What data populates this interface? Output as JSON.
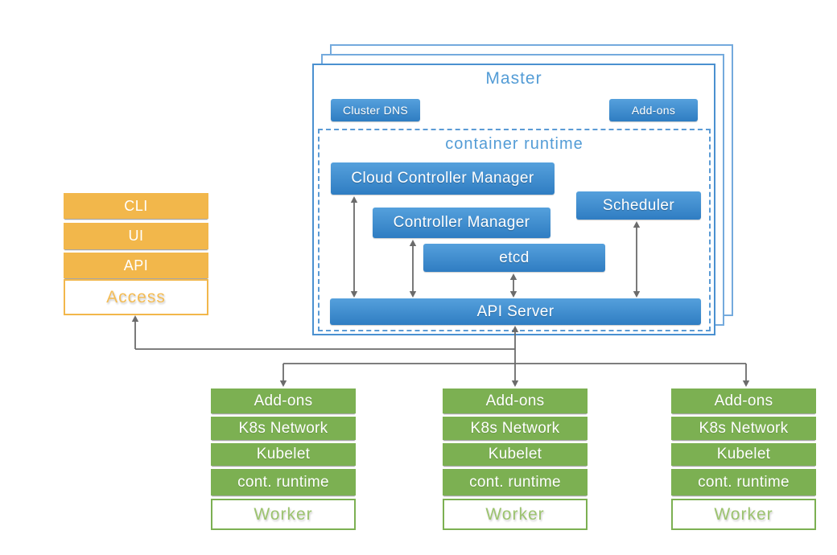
{
  "master": {
    "title": "Master",
    "buttons": {
      "cluster_dns": "Cluster DNS",
      "addons": "Add-ons"
    },
    "container_runtime": {
      "title": "container runtime",
      "cloud_controller_manager": "Cloud Controller Manager",
      "controller_manager": "Controller Manager",
      "scheduler": "Scheduler",
      "etcd": "etcd",
      "api_server": "API Server"
    }
  },
  "access": {
    "rows": [
      "CLI",
      "UI",
      "API"
    ],
    "label": "Access"
  },
  "workers": {
    "rows": [
      "Add-ons",
      "K8s Network",
      "Kubelet",
      "cont. runtime"
    ],
    "label": "Worker"
  },
  "connections": [
    {
      "from": "cloud-controller-manager",
      "to": "api-server",
      "type": "bidirectional"
    },
    {
      "from": "controller-manager",
      "to": "api-server",
      "type": "bidirectional"
    },
    {
      "from": "etcd",
      "to": "api-server",
      "type": "bidirectional"
    },
    {
      "from": "scheduler",
      "to": "api-server",
      "type": "bidirectional"
    },
    {
      "from": "api-server",
      "to": "access",
      "type": "arrow-up"
    },
    {
      "from": "api-server",
      "to": "worker-1",
      "type": "arrow-down"
    },
    {
      "from": "api-server",
      "to": "worker-2",
      "type": "arrow-down"
    },
    {
      "from": "api-server",
      "to": "worker-3",
      "type": "arrow-down"
    }
  ],
  "colors": {
    "blue_grad_top": "#55a0dc",
    "blue_grad_bot": "#2f7dc2",
    "blue_border": "#4a90d0",
    "blue_back_border": "#74aadd",
    "blue_text": "#539cd6",
    "green": "#7cb052",
    "green_text": "#9cc36f",
    "orange": "#f2b74b",
    "orange_text": "#f4bc55",
    "arrow_gray": "#6b6b6b"
  }
}
